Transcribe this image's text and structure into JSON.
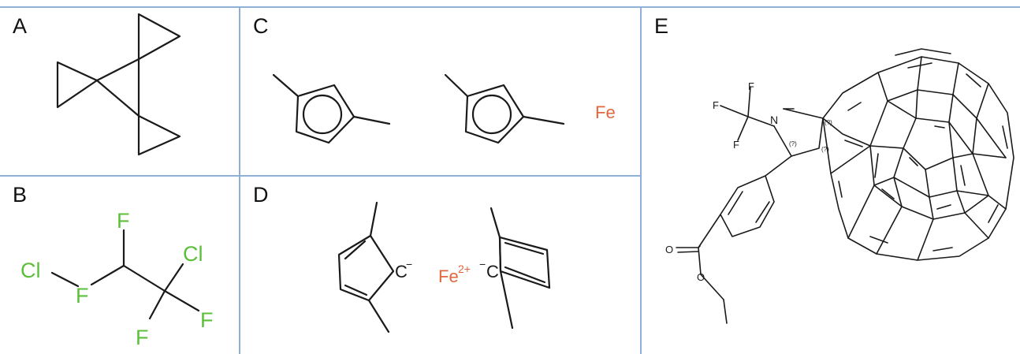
{
  "panels": {
    "a": {
      "letter": "A"
    },
    "b": {
      "letter": "B",
      "atoms": {
        "f_top": "F",
        "cl_left": "Cl",
        "f_mid": "F",
        "cl_right": "Cl",
        "f_right": "F",
        "f_bottom": "F"
      }
    },
    "c": {
      "letter": "C",
      "atoms": {
        "fe": "Fe"
      }
    },
    "d": {
      "letter": "D",
      "atoms": {
        "c_left": "C",
        "fe_ion": "Fe",
        "fe_charge": "2+",
        "c_right": "C",
        "minus": "−"
      }
    },
    "e": {
      "letter": "E",
      "atoms": {
        "f1": "F",
        "f2": "F",
        "f3": "F",
        "n": "N",
        "o1": "O",
        "o2": "O",
        "stereo": "(?)"
      }
    }
  },
  "colors": {
    "halogen_green": "#5cbf3a",
    "iron_orange": "#e0673e",
    "divider_blue": "#8fb1d8",
    "bond_black": "#1a1a1a"
  }
}
